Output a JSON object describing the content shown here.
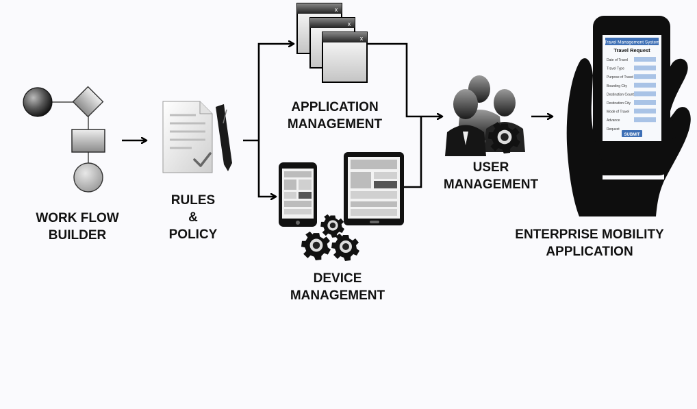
{
  "nodes": {
    "workflow": {
      "line1": "WORK FLOW",
      "line2": "BUILDER",
      "icon": "workflow-diagram-icon"
    },
    "rules": {
      "line1": "RULES",
      "line2": "&",
      "line3": "POLICY",
      "icon": "document-pen-icon"
    },
    "application": {
      "line1": "APPLICATION",
      "line2": "MANAGEMENT",
      "icon": "stacked-windows-icon"
    },
    "device": {
      "line1": "DEVICE",
      "line2": "MANAGEMENT",
      "icon": "devices-gears-icon"
    },
    "user": {
      "line1": "USER",
      "line2": "MANAGEMENT",
      "icon": "users-gear-icon"
    },
    "enterprise": {
      "line1": "ENTERPRISE MOBILITY",
      "line2": "APPLICATION",
      "icon": "hand-phone-icon"
    }
  },
  "phone_form": {
    "header": "Travel Management System",
    "title": "Travel Request",
    "fields": [
      "Date of Travel",
      "Travel Type",
      "Purpose of Travel",
      "Boarding City",
      "Destination Country",
      "Destination City",
      "Mode of Travel",
      "Advance",
      "Request"
    ],
    "submit": "SUBMIT"
  },
  "window_close_glyph": "x",
  "colors": {
    "arrow": "#000000",
    "text": "#111111",
    "form_accent": "#3d6fb5"
  }
}
